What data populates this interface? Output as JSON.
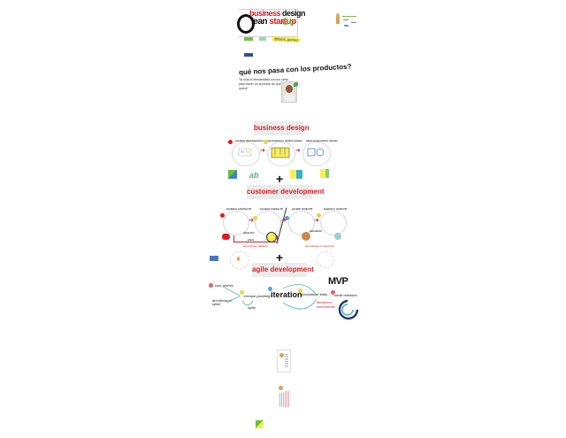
{
  "canvas": {
    "title_block": {
      "line1_red": "business",
      "line1_dark": "design",
      "line2_dark": "lean",
      "line2_red": "startup",
      "go": "Go",
      "author_tag": "@fotos_gomez"
    },
    "question": {
      "heading": "qué nos pasa con los productos?",
      "quote": "\"la roda si demandada con los carta para hacer un producto de que nadie quiere\""
    },
    "business_design": {
      "heading": "business design",
      "steps": [
        {
          "label": "product development canvas"
        },
        {
          "label": "business model canvas"
        },
        {
          "label": "value proposition canvas"
        }
      ]
    },
    "customer_development": {
      "heading": "customer development",
      "steps": [
        {
          "label": "problem-solution fit"
        },
        {
          "label": "product-market fit"
        },
        {
          "label": "growth model fit"
        },
        {
          "label": "business model fit"
        }
      ],
      "notes": {
        "pivot_left": "iteración",
        "pivot_bottom": "pivot",
        "loop_left": "aprendizaje validado",
        "mid_right": "ejecución",
        "loop_right": "aprendizaje en ejecución"
      }
    },
    "agile_development": {
      "heading": "agile development",
      "nodes": {
        "user_stories": "user stories",
        "architectural_spike": "architectural spike",
        "release_planning": "release planning",
        "spike": "spike",
        "iteration": "iteration",
        "acceptance_tests": "acceptance tests",
        "small_releases": "small releases",
        "mvp": "MVP",
        "iterative": "iterativo e incremental"
      }
    },
    "colors": {
      "accent_red": "#e01a22",
      "section_bg": "#ececec",
      "agile_teal": "#4db3b3",
      "go_green": "#6bbf3a"
    }
  }
}
